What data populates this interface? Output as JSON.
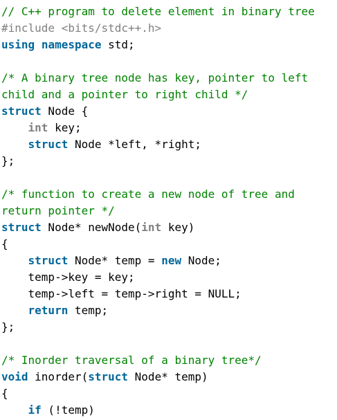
{
  "editor": {
    "language": "cpp",
    "colors": {
      "background": "#ffffff",
      "comment": "#008200",
      "preprocessor": "#808080",
      "keyword": "#006699",
      "type": "#808080",
      "plain": "#000000"
    },
    "lines": [
      [
        {
          "t": "comment",
          "v": "// C++ program to delete element in binary tree"
        }
      ],
      [
        {
          "t": "preprocessor",
          "v": "#include <bits/stdc++.h>"
        }
      ],
      [
        {
          "t": "keyword",
          "v": "using"
        },
        {
          "t": "plain",
          "v": " "
        },
        {
          "t": "keyword",
          "v": "namespace"
        },
        {
          "t": "plain",
          "v": " std;"
        }
      ],
      [],
      [
        {
          "t": "comment",
          "v": "/* A binary tree node has key, pointer to left"
        }
      ],
      [
        {
          "t": "comment",
          "v": "child and a pointer to right child */"
        }
      ],
      [
        {
          "t": "keyword",
          "v": "struct"
        },
        {
          "t": "plain",
          "v": " Node {"
        }
      ],
      [
        {
          "t": "plain",
          "v": "    "
        },
        {
          "t": "type",
          "v": "int"
        },
        {
          "t": "plain",
          "v": " key;"
        }
      ],
      [
        {
          "t": "plain",
          "v": "    "
        },
        {
          "t": "keyword",
          "v": "struct"
        },
        {
          "t": "plain",
          "v": " Node *left, *right;"
        }
      ],
      [
        {
          "t": "plain",
          "v": "};"
        }
      ],
      [],
      [
        {
          "t": "comment",
          "v": "/* function to create a new node of tree and"
        }
      ],
      [
        {
          "t": "comment",
          "v": "return pointer */"
        }
      ],
      [
        {
          "t": "keyword",
          "v": "struct"
        },
        {
          "t": "plain",
          "v": " Node* newNode("
        },
        {
          "t": "type",
          "v": "int"
        },
        {
          "t": "plain",
          "v": " key)"
        }
      ],
      [
        {
          "t": "plain",
          "v": "{"
        }
      ],
      [
        {
          "t": "plain",
          "v": "    "
        },
        {
          "t": "keyword",
          "v": "struct"
        },
        {
          "t": "plain",
          "v": " Node* temp = "
        },
        {
          "t": "keyword",
          "v": "new"
        },
        {
          "t": "plain",
          "v": " Node;"
        }
      ],
      [
        {
          "t": "plain",
          "v": "    temp->key = key;"
        }
      ],
      [
        {
          "t": "plain",
          "v": "    temp->left = temp->right = NULL;"
        }
      ],
      [
        {
          "t": "plain",
          "v": "    "
        },
        {
          "t": "keyword",
          "v": "return"
        },
        {
          "t": "plain",
          "v": " temp;"
        }
      ],
      [
        {
          "t": "plain",
          "v": "};"
        }
      ],
      [],
      [
        {
          "t": "comment",
          "v": "/* Inorder traversal of a binary tree*/"
        }
      ],
      [
        {
          "t": "keyword",
          "v": "void"
        },
        {
          "t": "plain",
          "v": " inorder("
        },
        {
          "t": "keyword",
          "v": "struct"
        },
        {
          "t": "plain",
          "v": " Node* temp)"
        }
      ],
      [
        {
          "t": "plain",
          "v": "{"
        }
      ],
      [
        {
          "t": "plain",
          "v": "    "
        },
        {
          "t": "keyword",
          "v": "if"
        },
        {
          "t": "plain",
          "v": " (!temp)"
        }
      ]
    ]
  }
}
